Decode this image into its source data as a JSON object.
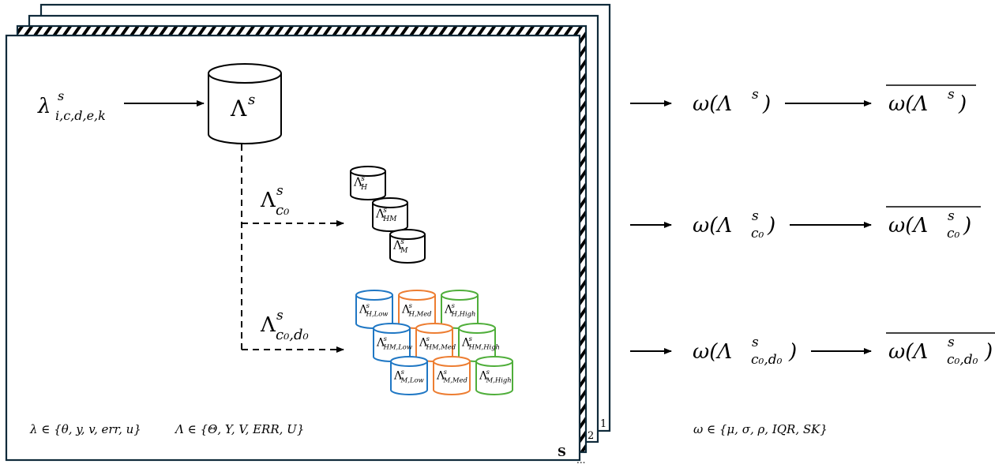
{
  "colors": {
    "frame": "#0f2a3a",
    "low": "#1f77c4",
    "med": "#ed7d31",
    "high": "#4fae3a",
    "neutral": "#000000"
  },
  "stack": {
    "layer_labels": [
      "1",
      "2",
      "S"
    ],
    "ellipsis": "..."
  },
  "input": {
    "symbol": "λ",
    "sup": "s",
    "sub": "i,c,d,e,k"
  },
  "main_db": {
    "symbol": "Λ",
    "sup": "s"
  },
  "branches": {
    "c0": {
      "symbol": "Λ",
      "sup": "s",
      "sub": "c₀"
    },
    "c0d0": {
      "symbol": "Λ",
      "sup": "s",
      "sub": "c₀,d₀"
    }
  },
  "c0_cylinders": [
    {
      "symbol": "Λ",
      "sup": "s",
      "sub": "H"
    },
    {
      "symbol": "Λ",
      "sup": "s",
      "sub": "HM"
    },
    {
      "symbol": "Λ",
      "sup": "s",
      "sub": "M"
    }
  ],
  "c0d0_cylinders": [
    {
      "symbol": "Λ",
      "sup": "s",
      "sub": "H,Low",
      "level": "low"
    },
    {
      "symbol": "Λ",
      "sup": "s",
      "sub": "H,Med",
      "level": "med"
    },
    {
      "symbol": "Λ",
      "sup": "s",
      "sub": "H,High",
      "level": "high"
    },
    {
      "symbol": "Λ",
      "sup": "s",
      "sub": "HM,Low",
      "level": "low"
    },
    {
      "symbol": "Λ",
      "sup": "s",
      "sub": "HM,Med",
      "level": "med"
    },
    {
      "symbol": "Λ",
      "sup": "s",
      "sub": "HM,High",
      "level": "high"
    },
    {
      "symbol": "Λ",
      "sup": "s",
      "sub": "M,Low",
      "level": "low"
    },
    {
      "symbol": "Λ",
      "sup": "s",
      "sub": "M,Med",
      "level": "med"
    },
    {
      "symbol": "Λ",
      "sup": "s",
      "sub": "M,High",
      "level": "high"
    }
  ],
  "legend": {
    "lambda_set": "λ ∈ {θ, y, v, err, u}",
    "Lambda_set": "Λ ∈ {Θ, Y, V, ERR, U}",
    "omega_set": "ω ∈ {μ, σ, ρ, IQR, SK}"
  },
  "outputs": [
    {
      "stat": "ω(Λ",
      "sup": "s",
      "sub": "",
      "close": " )",
      "mean_label": "mean over S"
    },
    {
      "stat": "ω(Λ",
      "sup": "s",
      "sub": "c₀",
      "close": ")",
      "mean_label": "mean over S"
    },
    {
      "stat": "ω(Λ",
      "sup": "s",
      "sub": "c₀,d₀",
      "close": ")",
      "mean_label": "mean over S"
    }
  ]
}
